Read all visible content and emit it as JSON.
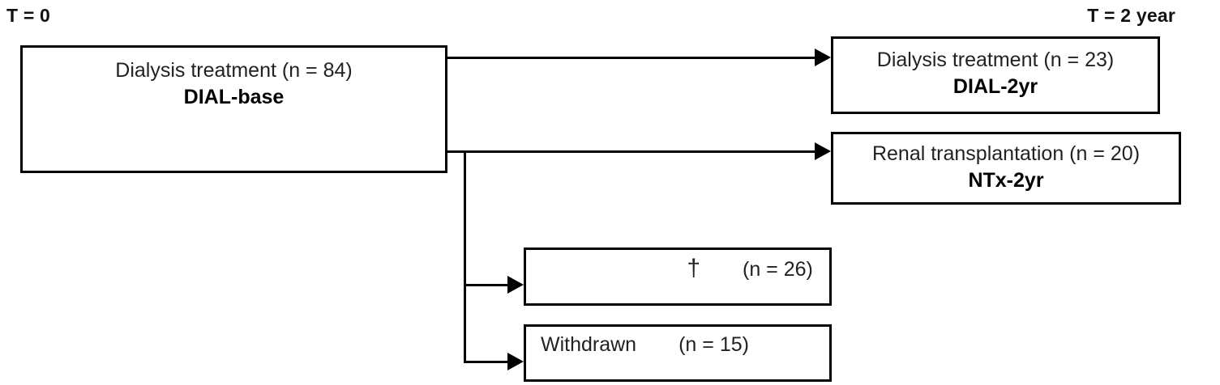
{
  "diagram": {
    "title_left": "T = 0",
    "title_right": "T = 2 year",
    "nodes": {
      "dial_base": {
        "line1": "Dialysis treatment (n = 84)",
        "line2": "DIAL-base"
      },
      "dial_2yr": {
        "line1": "Dialysis treatment (n = 23)",
        "line2": "DIAL-2yr"
      },
      "ntx_2yr": {
        "line1": "Renal transplantation (n = 20)",
        "line2": "NTx-2yr"
      },
      "death": {
        "label": "†",
        "count": "(n = 26)"
      },
      "withdrawn": {
        "label": "Withdrawn",
        "count": "(n = 15)"
      }
    },
    "colors": {
      "stroke": "#000000",
      "background": "#ffffff",
      "text": "#222222"
    }
  }
}
